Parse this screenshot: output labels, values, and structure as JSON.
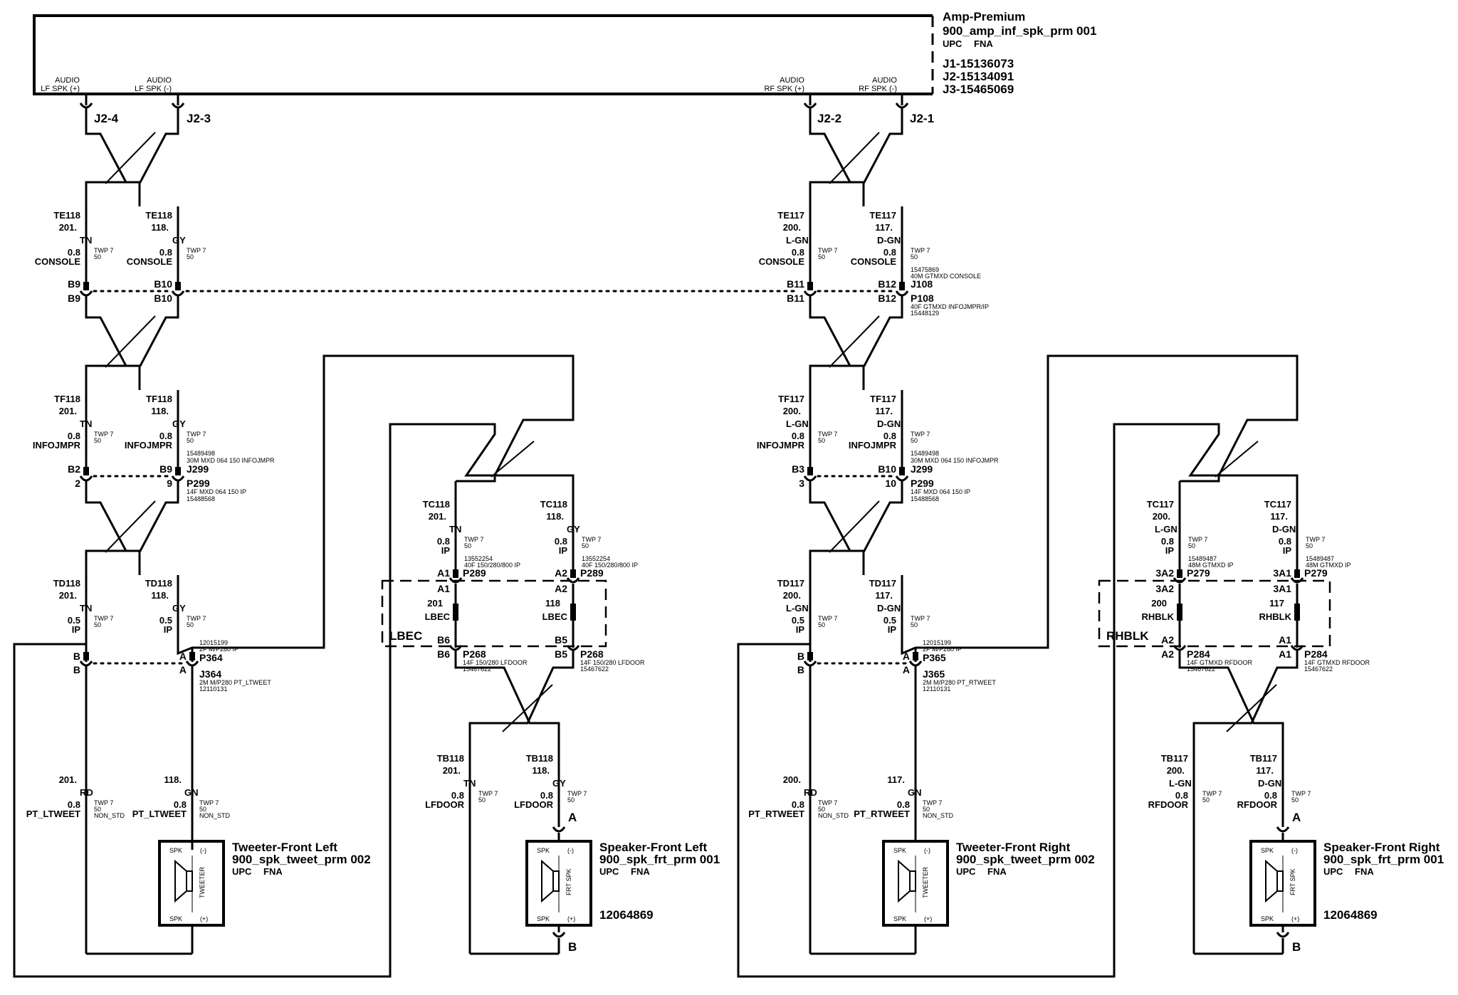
{
  "amp": {
    "title": "Amp-Premium",
    "subtitle": "900_amp_inf_spk_prm 001",
    "upc": "UPC",
    "fna": "FNA",
    "connectors": [
      "J1-15136073",
      "J2-15134091",
      "J3-15465069"
    ]
  },
  "amp_pins": {
    "lf_pos_a": "AUDIO",
    "lf_pos_b": "LF SPK (+)",
    "lf_neg_a": "AUDIO",
    "lf_neg_b": "LF SPK (-)",
    "rf_pos_a": "AUDIO",
    "rf_pos_b": "RF SPK (+)",
    "rf_neg_a": "AUDIO",
    "rf_neg_b": "RF SPK (-)"
  },
  "common": {
    "twp": "TWP 7",
    "fifty": "50",
    "non_std": "NON_STD",
    "spk": "SPK",
    "minus": "(-)",
    "plus": "(+)",
    "tweeter_label": "TWEETER",
    "frt_spk_label": "FRT SPK",
    "pin_a": "A",
    "pin_b": "B"
  },
  "left_amp_branch": {
    "j2_left": "J2-4",
    "j2_right": "J2-3",
    "te_l": {
      "circuit": "TE118",
      "num": "201.",
      "color": "TN",
      "gauge": "0.8",
      "loc": "CONSOLE"
    },
    "te_r": {
      "circuit": "TE118",
      "num": "118.",
      "color": "GY",
      "gauge": "0.8",
      "loc": "CONSOLE"
    },
    "b_l_top": "B9",
    "b_l_bot": "B9",
    "b_r_top": "B10",
    "b_r_bot": "B10",
    "tf_l": {
      "circuit": "TF118",
      "num": "201.",
      "color": "TN",
      "gauge": "0.8",
      "loc": "INFOJMPR"
    },
    "tf_r": {
      "circuit": "TF118",
      "num": "118.",
      "color": "GY",
      "gauge": "0.8",
      "loc": "INFOJMPR"
    },
    "j299_part1": "15489498",
    "j299_part2": "30M MXD 064 150 INFOJMPR",
    "j299_l_top": "B2",
    "j299_l_bot": "2",
    "j299_r_top": "B9",
    "j299_r_bot": "9",
    "j299_name": "J299",
    "p299_name": "P299",
    "p299_desc": "14F MXD 064 150 IP",
    "p299_part": "15488568",
    "td_l": {
      "circuit": "TD118",
      "num": "201.",
      "color": "TN",
      "gauge": "0.5",
      "loc": "IP"
    },
    "td_r": {
      "circuit": "TD118",
      "num": "118.",
      "color": "GY",
      "gauge": "0.5",
      "loc": "IP"
    },
    "p364_part": "12015199",
    "p364_desc": "2F M/P280 IP",
    "p364_name": "P364",
    "j364_name": "J364",
    "j364_desc": "2M M/P280 PT_LTWEET",
    "j364_part": "12110131",
    "pt_l": {
      "num": "201.",
      "color": "RD",
      "gauge": "0.8",
      "loc": "PT_LTWEET"
    },
    "pt_r": {
      "num": "118.",
      "color": "GN",
      "gauge": "0.8",
      "loc": "PT_LTWEET"
    }
  },
  "right_amp_branch": {
    "j2_left": "J2-2",
    "j2_right": "J2-1",
    "te_l": {
      "circuit": "TE117",
      "num": "200.",
      "color": "L-GN",
      "gauge": "0.8",
      "loc": "CONSOLE"
    },
    "te_r": {
      "circuit": "TE117",
      "num": "117.",
      "color": "D-GN",
      "gauge": "0.8",
      "loc": "CONSOLE"
    },
    "j108_part": "15475869",
    "j108_desc": "40M GTMXD CONSOLE",
    "b_l_top": "B11",
    "b_l_bot": "B11",
    "b_r_top": "B12",
    "b_r_bot": "B12",
    "j108_name": "J108",
    "p108_name": "P108",
    "p108_desc": "40F GTMXD INFOJMPR/IP",
    "p108_part": "15448129",
    "tf_l": {
      "circuit": "TF117",
      "num": "200.",
      "color": "L-GN",
      "gauge": "0.8",
      "loc": "INFOJMPR"
    },
    "tf_r": {
      "circuit": "TF117",
      "num": "117.",
      "color": "D-GN",
      "gauge": "0.8",
      "loc": "INFOJMPR"
    },
    "j299_part1": "15489498",
    "j299_part2": "30M MXD 064 150 INFOJMPR",
    "j299_l_top": "B3",
    "j299_l_bot": "3",
    "j299_r_top": "B10",
    "j299_r_bot": "10",
    "j299_name": "J299",
    "p299_name": "P299",
    "p299_desc": "14F MXD 064 150 IP",
    "p299_part": "15488568",
    "td_l": {
      "circuit": "TD117",
      "num": "200.",
      "color": "L-GN",
      "gauge": "0.5",
      "loc": "IP"
    },
    "td_r": {
      "circuit": "TD117",
      "num": "117.",
      "color": "D-GN",
      "gauge": "0.5",
      "loc": "IP"
    },
    "p365_part": "12015199",
    "p365_desc": "2F M/P280 IP",
    "p365_name": "P365",
    "j365_name": "J365",
    "j365_desc": "2M M/P280 PT_RTWEET",
    "j365_part": "12110131",
    "pt_l": {
      "num": "200.",
      "color": "RD",
      "gauge": "0.8",
      "loc": "PT_RTWEET"
    },
    "pt_r": {
      "num": "117.",
      "color": "GN",
      "gauge": "0.8",
      "loc": "PT_RTWEET"
    }
  },
  "left_door": {
    "tc_l": {
      "circuit": "TC118",
      "num": "201.",
      "color": "TN",
      "gauge": "0.8",
      "loc": "IP"
    },
    "tc_r": {
      "circuit": "TC118",
      "num": "118.",
      "color": "GY",
      "gauge": "0.8",
      "loc": "IP"
    },
    "p289_part": "13552254",
    "p289_desc": "40F 150/280/800 IP",
    "pin_l_top": "A1",
    "pin_r_top": "A2",
    "p289_name": "P289",
    "splice_l_num": "201",
    "splice_r_num": "118",
    "splice_l_name": "LBEC",
    "splice_r_name": "LBEC",
    "box_name": "LBEC",
    "pin_l_bot": "B6",
    "pin_r_bot": "B5",
    "p268_name": "P268",
    "p268_desc": "14F 150/280 LFDOOR",
    "p268_part": "15467622",
    "tb_l": {
      "circuit": "TB118",
      "num": "201.",
      "color": "TN",
      "gauge": "0.8",
      "loc": "LFDOOR"
    },
    "tb_r": {
      "circuit": "TB118",
      "num": "118.",
      "color": "GY",
      "gauge": "0.8",
      "loc": "LFDOOR"
    }
  },
  "right_door": {
    "tc_l": {
      "circuit": "TC117",
      "num": "200.",
      "color": "L-GN",
      "gauge": "0.8",
      "loc": "IP"
    },
    "tc_r": {
      "circuit": "TC117",
      "num": "117.",
      "color": "D-GN",
      "gauge": "0.8",
      "loc": "IP"
    },
    "p279_part": "15489487",
    "p279_desc": "48M GTMXD IP",
    "pin_l_top": "3A2",
    "pin_r_top": "3A1",
    "p279_name": "P279",
    "splice_l_num": "200",
    "splice_r_num": "117",
    "splice_l_name": "RHBLK",
    "splice_r_name": "RHBLK",
    "box_name": "RHBLK",
    "pin_l_bot": "A2",
    "pin_r_bot": "A1",
    "p284_name": "P284",
    "p284_desc": "14F GTMXD RFDOOR",
    "p284_part": "15467622",
    "tb_l": {
      "circuit": "TB117",
      "num": "200.",
      "color": "L-GN",
      "gauge": "0.8",
      "loc": "RFDOOR"
    },
    "tb_r": {
      "circuit": "TB117",
      "num": "117.",
      "color": "D-GN",
      "gauge": "0.8",
      "loc": "RFDOOR"
    }
  },
  "components": {
    "tweeter_fl": {
      "title": "Tweeter-Front Left",
      "sub": "900_spk_tweet_prm 002",
      "upc": "UPC",
      "fna": "FNA"
    },
    "speaker_fl": {
      "title": "Speaker-Front Left",
      "sub": "900_spk_frt_prm  001",
      "upc": "UPC",
      "fna": "FNA",
      "part": "12064869"
    },
    "tweeter_fr": {
      "title": "Tweeter-Front Right",
      "sub": "900_spk_tweet_prm 002",
      "upc": "UPC",
      "fna": "FNA"
    },
    "speaker_fr": {
      "title": "Speaker-Front Right",
      "sub": "900_spk_frt_prm  001",
      "upc": "UPC",
      "fna": "FNA",
      "part": "12064869"
    }
  }
}
